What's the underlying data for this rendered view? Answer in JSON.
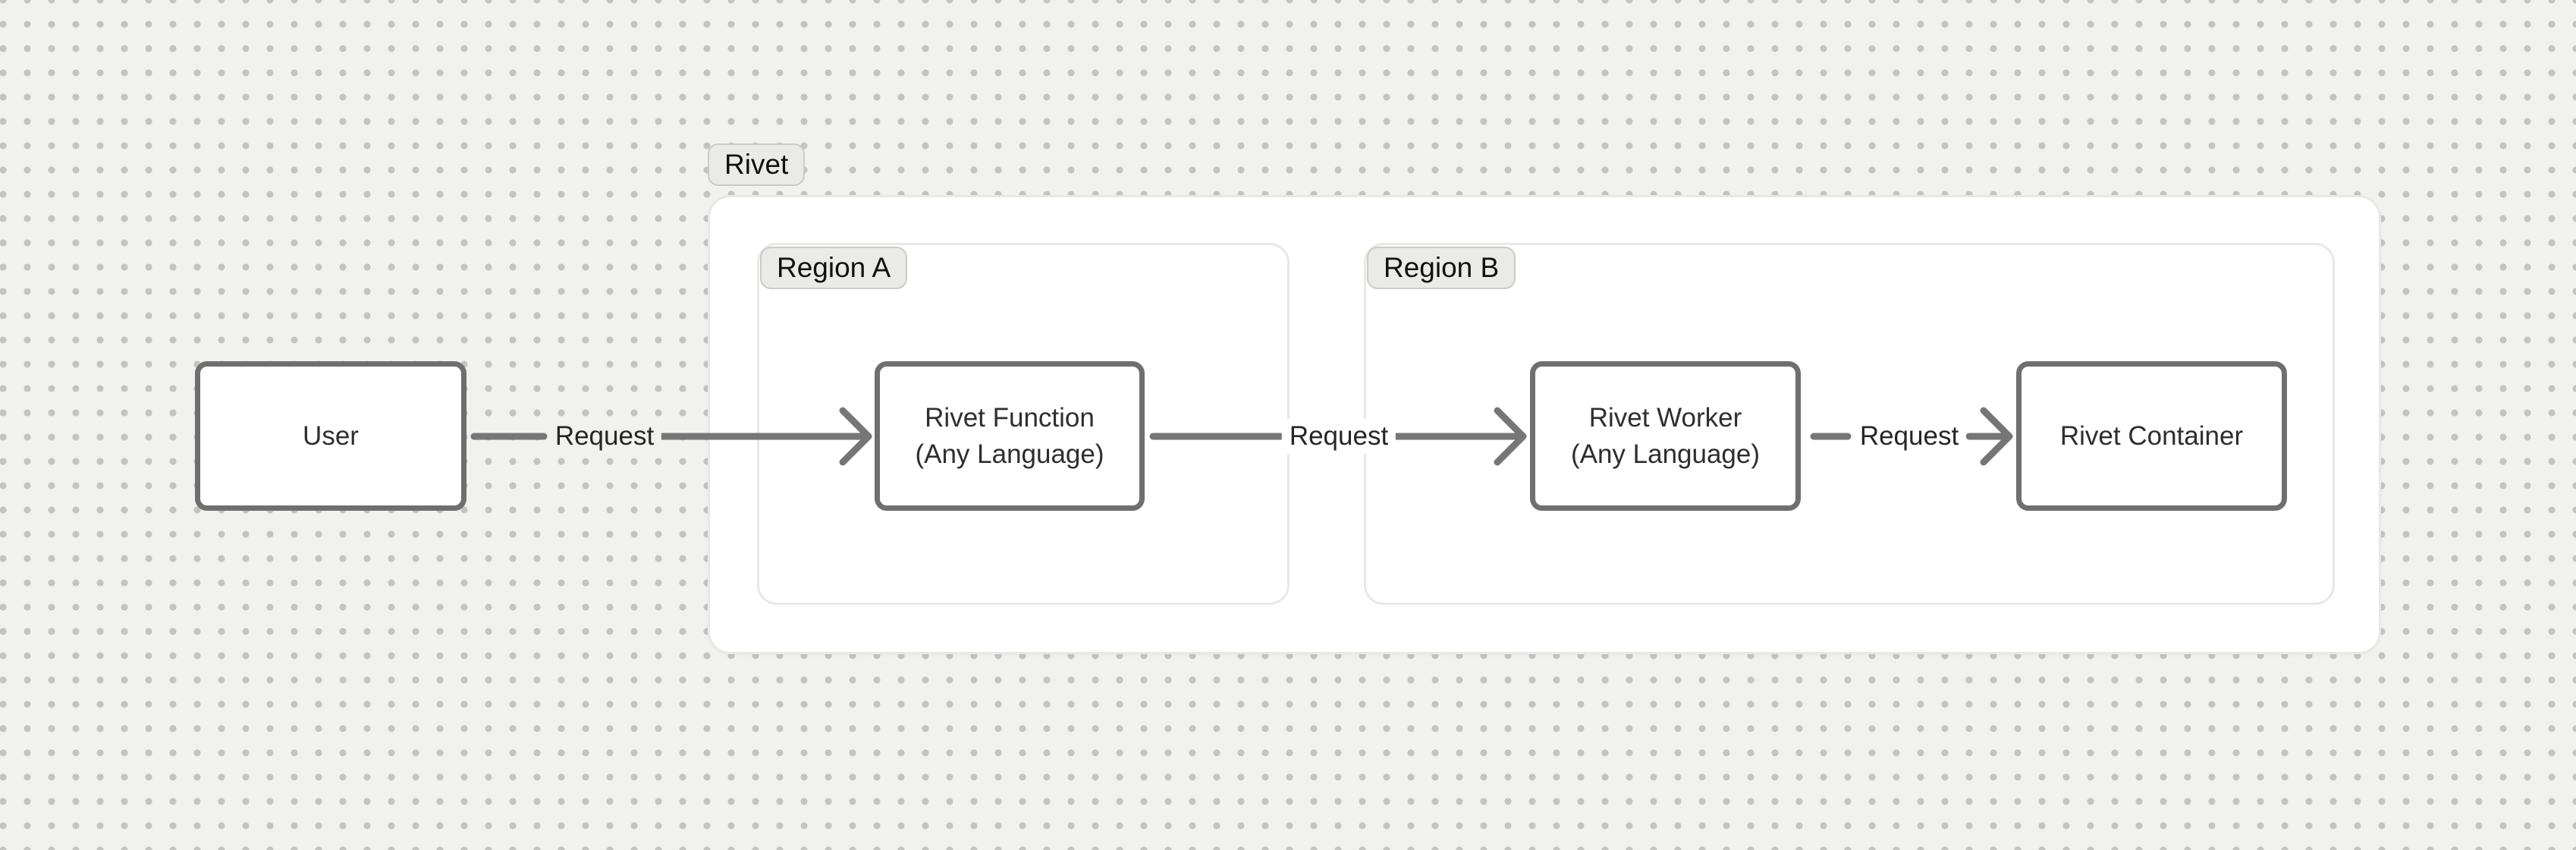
{
  "colors": {
    "canvas_bg": "#f1f1f0",
    "dot": "#c3c3c1",
    "frame_bg": "#ffffff",
    "frame_border": "#e8e8e6",
    "badge_bg": "#eaeae8",
    "badge_border": "#cbcbc9",
    "badge_text": "#111111",
    "node_bg": "#ffffff",
    "node_border": "#6f6f6f",
    "node_text": "#2e2e2e",
    "arrow": "#767676",
    "edge_label_text": "#262626"
  },
  "frames": {
    "rivet": {
      "label": "Rivet"
    },
    "region_a": {
      "label": "Region A"
    },
    "region_b": {
      "label": "Region B"
    }
  },
  "nodes": {
    "user": {
      "label": "User"
    },
    "rivet_function": {
      "line1": "Rivet Function",
      "line2": "(Any Language)"
    },
    "rivet_worker": {
      "line1": "Rivet Worker",
      "line2": "(Any Language)"
    },
    "rivet_container": {
      "label": "Rivet Container"
    }
  },
  "edges": [
    {
      "from": "User",
      "to": "Rivet Function",
      "label": "Request"
    },
    {
      "from": "Rivet Function",
      "to": "Rivet Worker",
      "label": "Request"
    },
    {
      "from": "Rivet Worker",
      "to": "Rivet Container",
      "label": "Request"
    }
  ]
}
